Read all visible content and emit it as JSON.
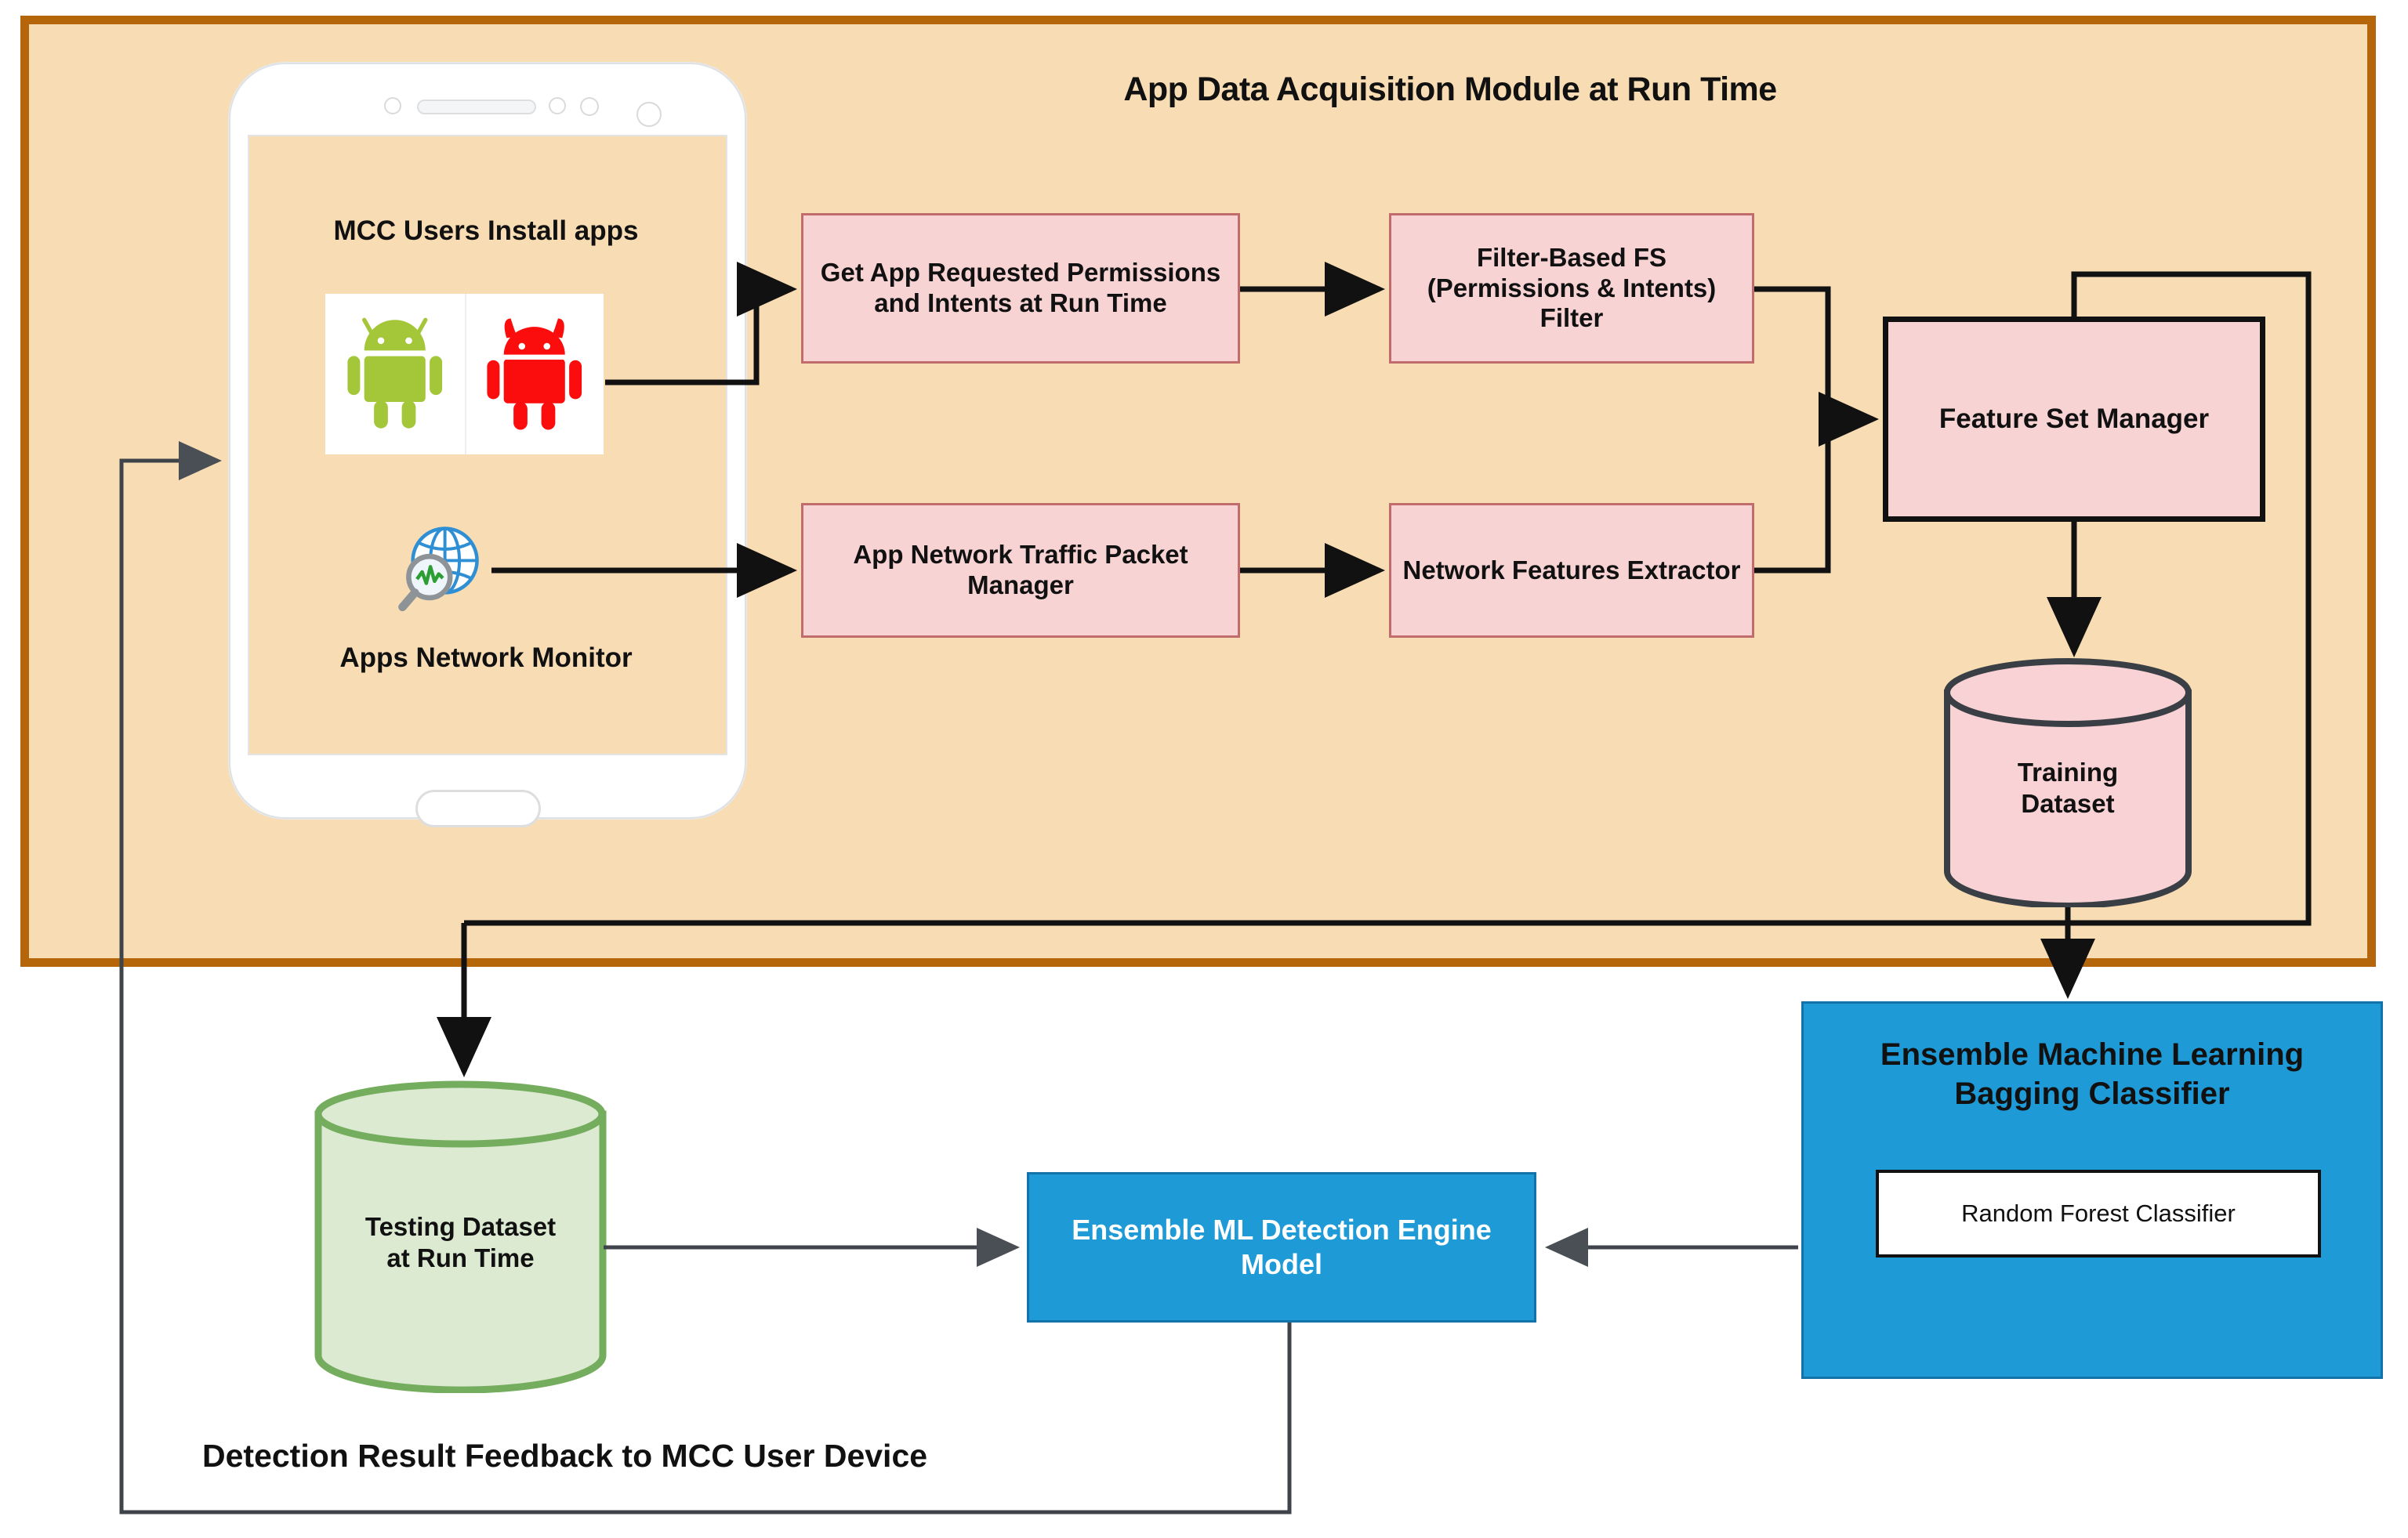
{
  "module": {
    "title": "App Data Acquisition Module at Run Time",
    "panel_bg": "#f8dcb4",
    "panel_border": "#b5650a"
  },
  "phone": {
    "users_label": "MCC Users  Install apps",
    "monitor_label": "Apps Network Monitor",
    "icons": {
      "benign_android": "android-green-icon",
      "malicious_android": "android-red-devil-icon",
      "network_monitor": "globe-magnifier-icon"
    }
  },
  "process_boxes": [
    {
      "id": "permissions",
      "label": "Get App Requested Permissions and Intents at Run Time"
    },
    {
      "id": "filter_fs",
      "label": "Filter-Based FS (Permissions & Intents) Filter"
    },
    {
      "id": "net_packet",
      "label": "App Network Traffic Packet  Manager"
    },
    {
      "id": "net_features",
      "label": "Network Features Extractor"
    },
    {
      "id": "fsm",
      "label": "Feature Set Manager"
    }
  ],
  "datastores": [
    {
      "id": "training",
      "label_line1": "Training",
      "label_line2": "Dataset",
      "fill": "#f9d2d5",
      "stroke": "#3a3f45"
    },
    {
      "id": "testing",
      "label_line1": "Testing Dataset",
      "label_line2": "at Run Time",
      "fill": "#dcead1",
      "stroke": "#74ad5d"
    }
  ],
  "classifier": {
    "title": "Ensemble Machine Learning Bagging Classifier",
    "inner_model": "Random Forest Classifier",
    "box_color": "#1e9ad6"
  },
  "engine": {
    "title": "Ensemble ML Detection Engine Model",
    "box_color": "#1e9ad6"
  },
  "feedback": {
    "label": "Detection Result Feedback to MCC User Device"
  }
}
